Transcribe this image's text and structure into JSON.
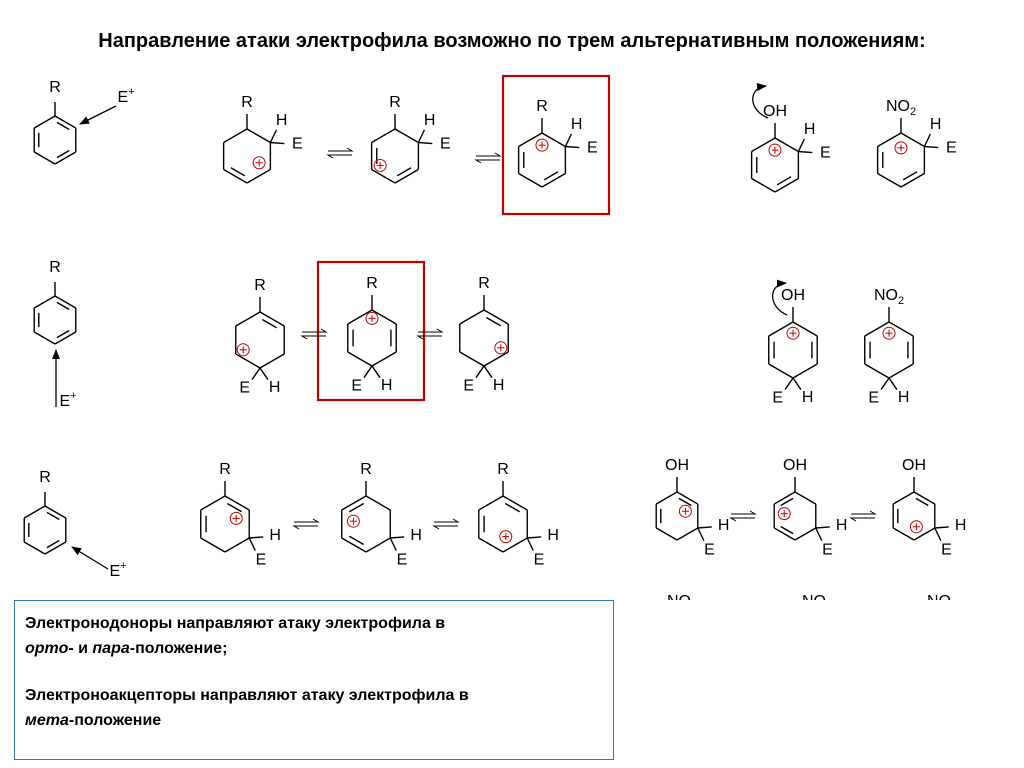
{
  "title": "Направление атаки электрофила возможно по трем альтернативным положениям:",
  "labels": {
    "R": "R",
    "H": "H",
    "E": "E",
    "E_plus_base": "E",
    "plus_sup": "+",
    "OH": "OH",
    "NO2_base": "NO",
    "two_sub": "2"
  },
  "note": {
    "line1": "Электронодоноры направляют атаку электрофила в",
    "line2_ortho": "орто",
    "line2_and": "- и ",
    "line2_para": "пара",
    "line2_rest": "-положение;",
    "line3": "Электроноакцепторы направляют атаку электрофила в",
    "line4_meta": "мета",
    "line4_rest": "-положение"
  },
  "colors": {
    "highlight": "#c00000",
    "note_border": "#2e75b6",
    "plus": "#c00000"
  }
}
